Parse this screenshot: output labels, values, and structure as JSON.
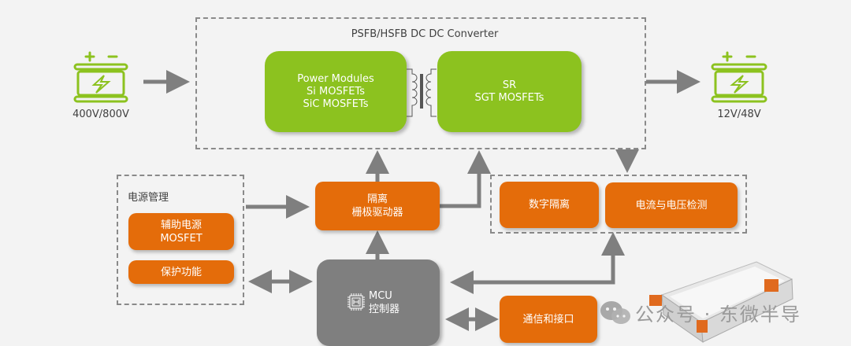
{
  "colors": {
    "green": "#8cc21f",
    "orange": "#e46c0a",
    "gray_box": "#7f7f7f",
    "arrow": "#7f7f7f",
    "dash": "#8a8a8a",
    "background": "#f3f3f3"
  },
  "input_battery": {
    "icon": "battery-icon",
    "label": "400V/800V"
  },
  "output_battery": {
    "icon": "battery-icon",
    "label": "12V/48V"
  },
  "converter": {
    "title": "PSFB/HSFB DC DC Converter",
    "primary": {
      "lines": [
        "Power Modules",
        "Si MOSFETs",
        "SiC MOSFETs"
      ]
    },
    "transformer": {
      "icon": "transformer-icon"
    },
    "secondary": {
      "lines": [
        "SR",
        "SGT MOSFETs"
      ]
    }
  },
  "power_management": {
    "title": "电源管理",
    "items": [
      {
        "lines": [
          "辅助电源",
          "MOSFET"
        ]
      },
      {
        "lines": [
          "保护功能"
        ]
      }
    ]
  },
  "gate_driver": {
    "lines": [
      "隔离",
      "栅极驱动器"
    ]
  },
  "sensing": {
    "items": [
      {
        "label": "数字隔离"
      },
      {
        "label": "电流与电压检测"
      }
    ]
  },
  "mcu": {
    "icon": "chip-icon",
    "lines": [
      "MCU",
      "控制器"
    ]
  },
  "comm": {
    "label": "通信和接口"
  },
  "watermark": {
    "text": "公众号 · 东微半导"
  }
}
